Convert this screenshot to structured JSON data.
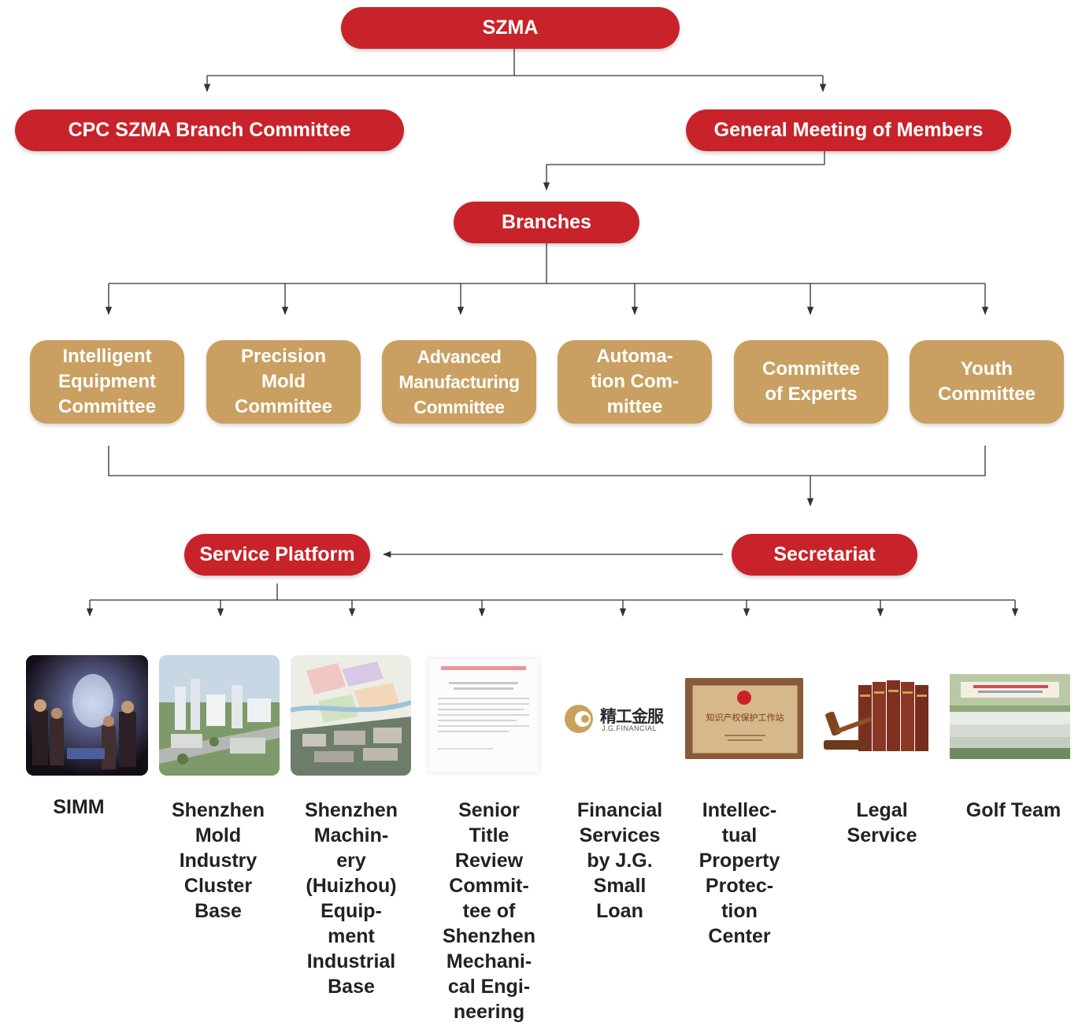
{
  "top": {
    "label": "SZMA"
  },
  "level2": {
    "party": "CPC SZMA Branch Committee",
    "general": "General Meeting of Members"
  },
  "branches": {
    "label": "Branches"
  },
  "committees": [
    {
      "lines": [
        "Intelligent",
        "Equipment",
        "Committee"
      ]
    },
    {
      "lines": [
        "Precision",
        "Mold",
        "Committee"
      ]
    },
    {
      "lines": [
        "Advanced",
        "Manufacturing",
        "Committee"
      ]
    },
    {
      "lines": [
        "Automa-",
        "tion Com-",
        "mittee"
      ]
    },
    {
      "lines": [
        "Committee",
        "of Experts"
      ]
    },
    {
      "lines": [
        "Youth",
        "Committee"
      ]
    }
  ],
  "service_platform": {
    "label": "Service Platform"
  },
  "secretariat": {
    "label": "Secretariat"
  },
  "services": [
    {
      "image": "concert-photo",
      "lines": [
        "SIMM"
      ]
    },
    {
      "image": "industrial-park-rendering",
      "lines": [
        "Shenzhen",
        "Mold",
        "Industry",
        "Cluster",
        "Base"
      ]
    },
    {
      "image": "site-plan-aerial",
      "lines": [
        "Shenzhen",
        "Machin-",
        "ery",
        "(Huizhou)",
        "Equip-",
        "ment",
        "Industrial",
        "Base"
      ]
    },
    {
      "image": "notice-document",
      "lines": [
        "Senior",
        "Title",
        "Review",
        "Commit-",
        "tee of",
        "Shenzhen",
        "Mechani-",
        "cal Engi-",
        "neering"
      ]
    },
    {
      "image": "jg-financial-logo",
      "lines": [
        "Financial",
        "Services",
        "by J.G.",
        "Small",
        "Loan"
      ],
      "logo_text": "精工金服",
      "logo_sub": "J.G.FINANCIAL"
    },
    {
      "image": "award-plaque",
      "lines": [
        "Intellec-",
        "tual",
        "Property",
        "Protec-",
        "tion",
        "Center"
      ],
      "plaque_text": "知识产权保护工作站"
    },
    {
      "image": "gavel-and-law-books",
      "lines": [
        "Legal",
        "Service"
      ]
    },
    {
      "image": "golf-team-group-photo",
      "lines": [
        "Golf Team"
      ]
    }
  ],
  "colors": {
    "red": "#c8232a",
    "gold": "#c9a061",
    "line": "#333333"
  }
}
